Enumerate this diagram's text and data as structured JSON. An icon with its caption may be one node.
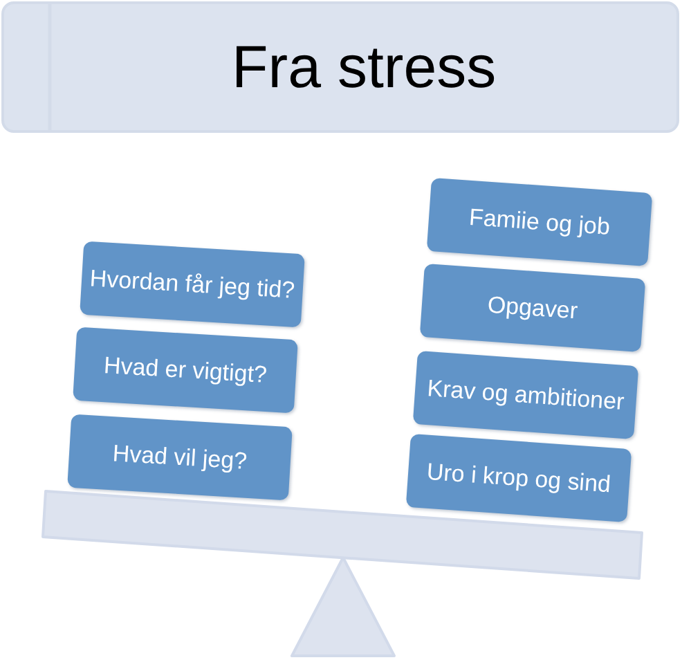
{
  "diagram": {
    "nodes": [
      {
        "text": [
          "Fra stress"
        ]
      },
      {
        "text": [
          "Hvordan får jeg tid?"
        ]
      },
      {
        "text": [
          "Hvad er vigtigt?"
        ]
      },
      {
        "text": [
          "Hvad vil jeg?"
        ]
      },
      {
        "text": [
          "Famiie og job"
        ]
      },
      {
        "text": [
          "Opgaver"
        ]
      },
      {
        "text": [
          "Krav og ambitioner"
        ]
      },
      {
        "text": [
          "Uro i krop og sind"
        ]
      }
    ]
  }
}
